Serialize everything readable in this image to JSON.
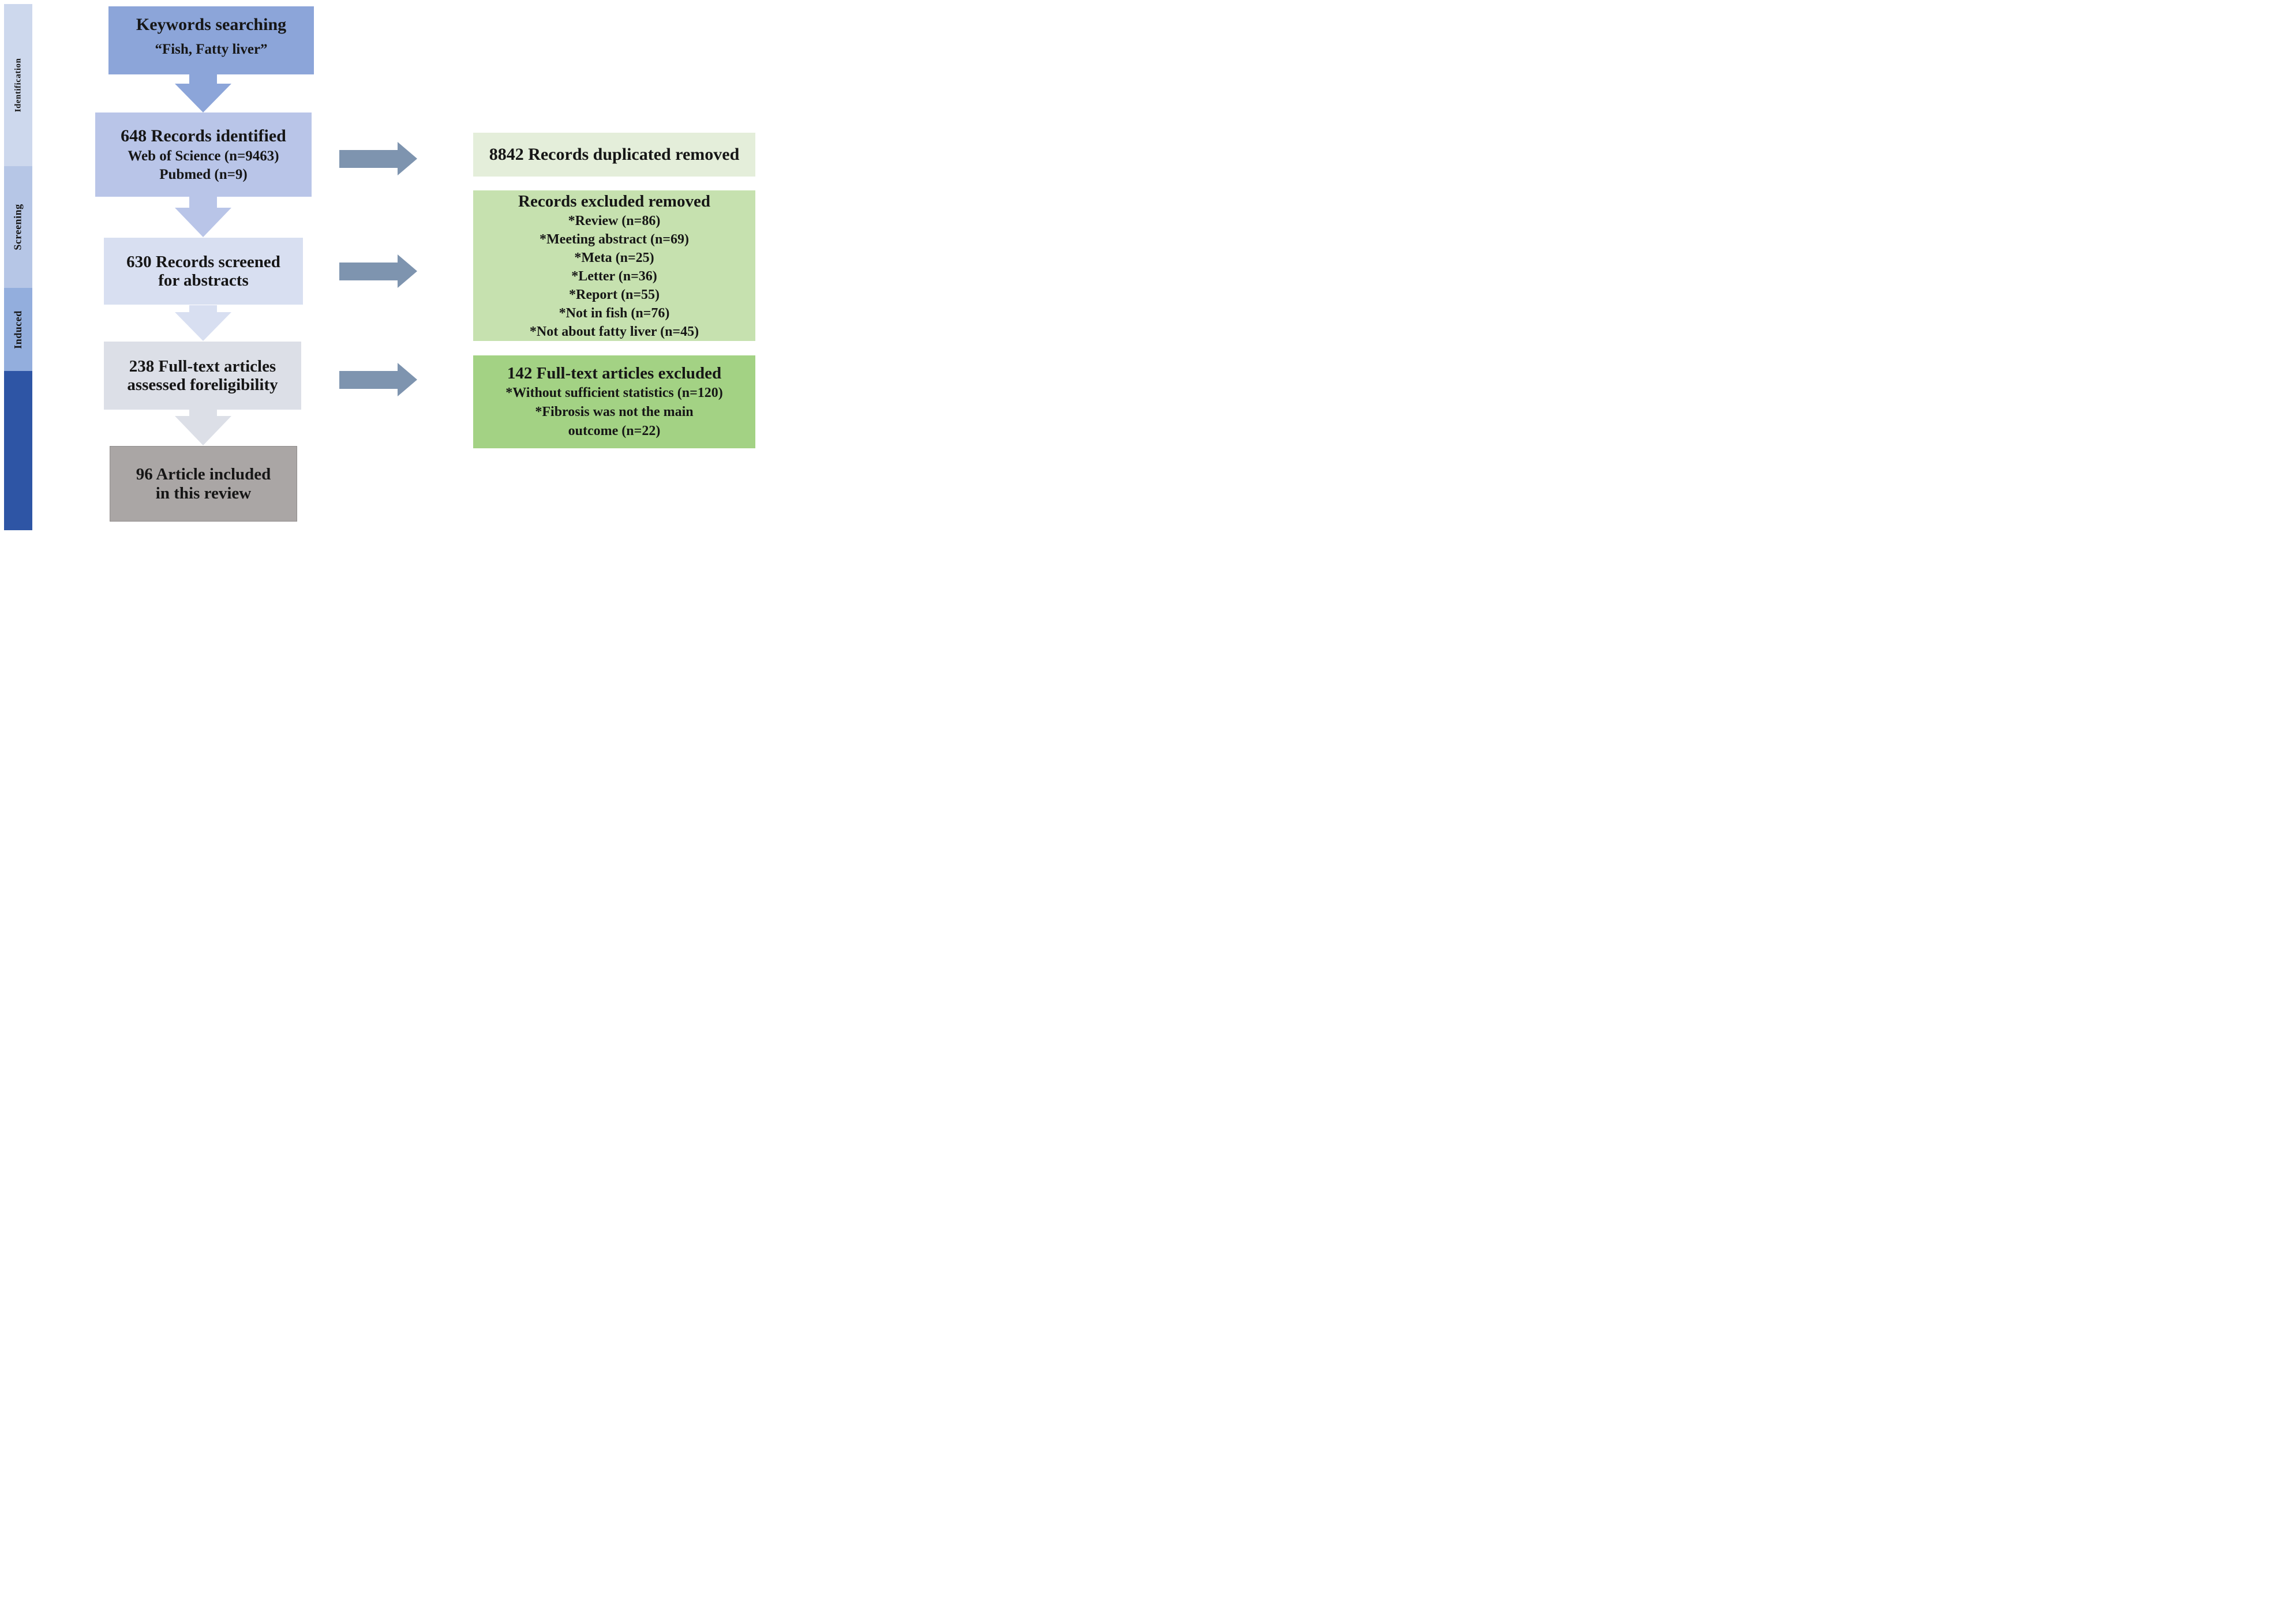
{
  "colors": {
    "background": "#ffffff",
    "text": "#161616",
    "flow_arrow": "#7e94af"
  },
  "sidebar": {
    "stages": [
      {
        "label": "Identification",
        "color": "#cdd8ed"
      },
      {
        "label": "Screening",
        "color": "#b6c6e6"
      },
      {
        "label": "Induced",
        "color": "#93aedd"
      },
      {
        "label": "",
        "color": "#2e55a5"
      }
    ]
  },
  "flow_boxes": [
    {
      "title": "Keywords searching",
      "lines": [
        "“Fish, Fatty liver”"
      ],
      "color": "#8ca5d9"
    },
    {
      "title": "648 Records identified",
      "lines": [
        "Web of Science (n=9463)",
        "Pubmed (n=9)"
      ],
      "color": "#b9c5e8"
    },
    {
      "title": "630 Records screened",
      "lines": [
        "for abstracts"
      ],
      "color": "#d8dff1"
    },
    {
      "title": "238 Full-text articles",
      "lines": [
        "assessed foreligibility"
      ],
      "color": "#dcdfe7"
    },
    {
      "title": "96 Article included",
      "lines": [
        "in this review"
      ],
      "color": "#aaa6a5"
    }
  ],
  "exclusion_boxes": [
    {
      "title": "8842 Records duplicated removed",
      "items": [],
      "color": "#e4eeda"
    },
    {
      "title": "Records excluded removed",
      "items": [
        "*Review (n=86)",
        "*Meeting abstract (n=69)",
        "*Meta (n=25)",
        "*Letter (n=36)",
        "*Report (n=55)",
        "*Not in fish (n=76)",
        "*Not about fatty liver (n=45)"
      ],
      "color": "#c6e1af"
    },
    {
      "title": "142 Full-text articles excluded",
      "items": [
        "*Without sufficient statistics (n=120)",
        "*Fibrosis was not the main",
        "outcome (n=22)"
      ],
      "color": "#a3d284"
    }
  ],
  "arrows": {
    "down": [
      {
        "color": "#8ca5d9"
      },
      {
        "color": "#b9c5e8"
      },
      {
        "color": "#d8dff1"
      },
      {
        "color": "#dcdfe7"
      }
    ],
    "right_color": "#7e94af"
  }
}
